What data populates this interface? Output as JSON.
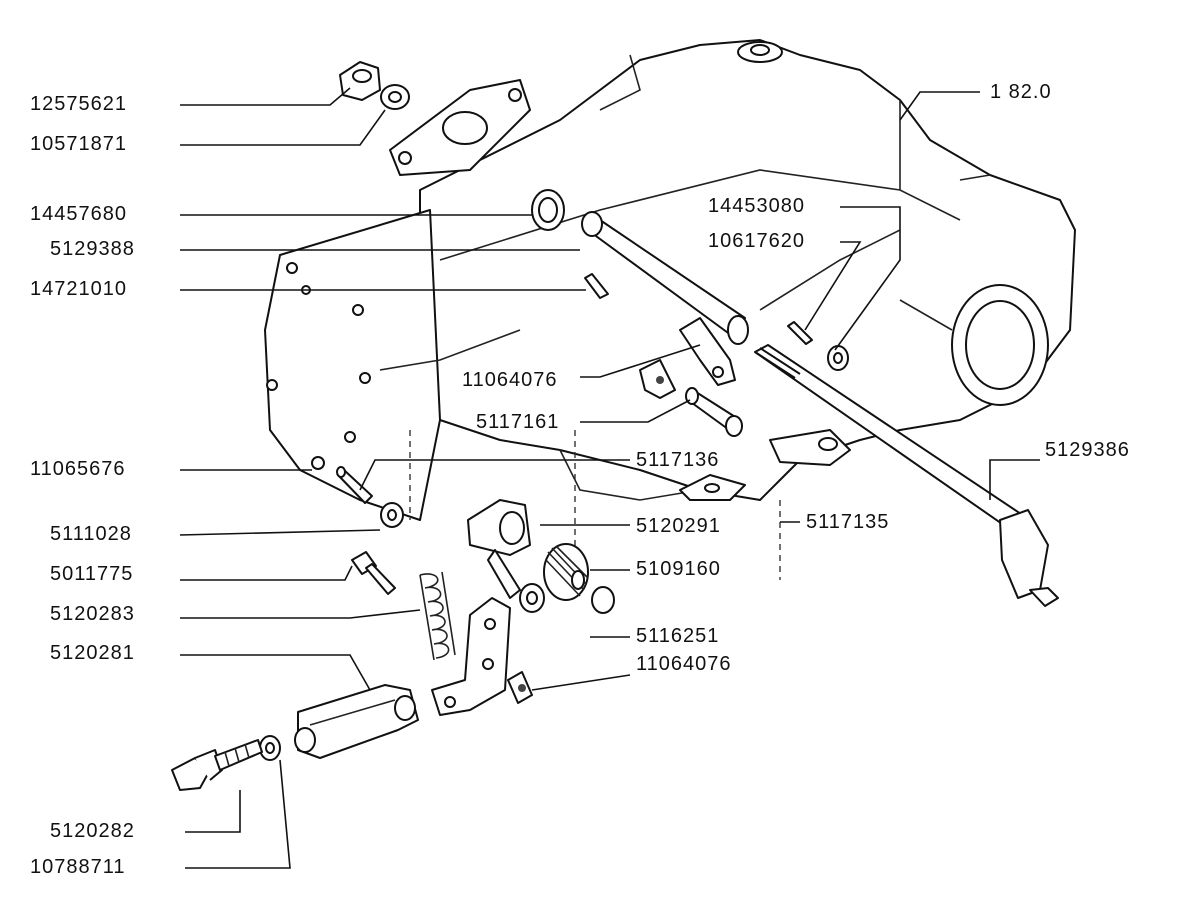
{
  "labels": {
    "p12575621": "12575621",
    "p10571871": "10571871",
    "p14457680": "14457680",
    "p5129388": "5129388",
    "p14721010": "14721010",
    "p1_82_0": "1 82.0",
    "p14453080": "14453080",
    "p10617620": "10617620",
    "p11064076_top": "11064076",
    "p5117161": "5117161",
    "p5117136": "5117136",
    "p5129386": "5129386",
    "p11065676": "11065676",
    "p5111028": "5111028",
    "p5120291": "5120291",
    "p5117135": "5117135",
    "p5011775": "5011775",
    "p5109160": "5109160",
    "p5120283": "5120283",
    "p5116251": "5116251",
    "p5120281": "5120281",
    "p11064076_bottom": "11064076",
    "p5120282": "5120282",
    "p10788711": "10788711"
  },
  "colors": {
    "ink": "#111111",
    "paper": "#ffffff"
  }
}
